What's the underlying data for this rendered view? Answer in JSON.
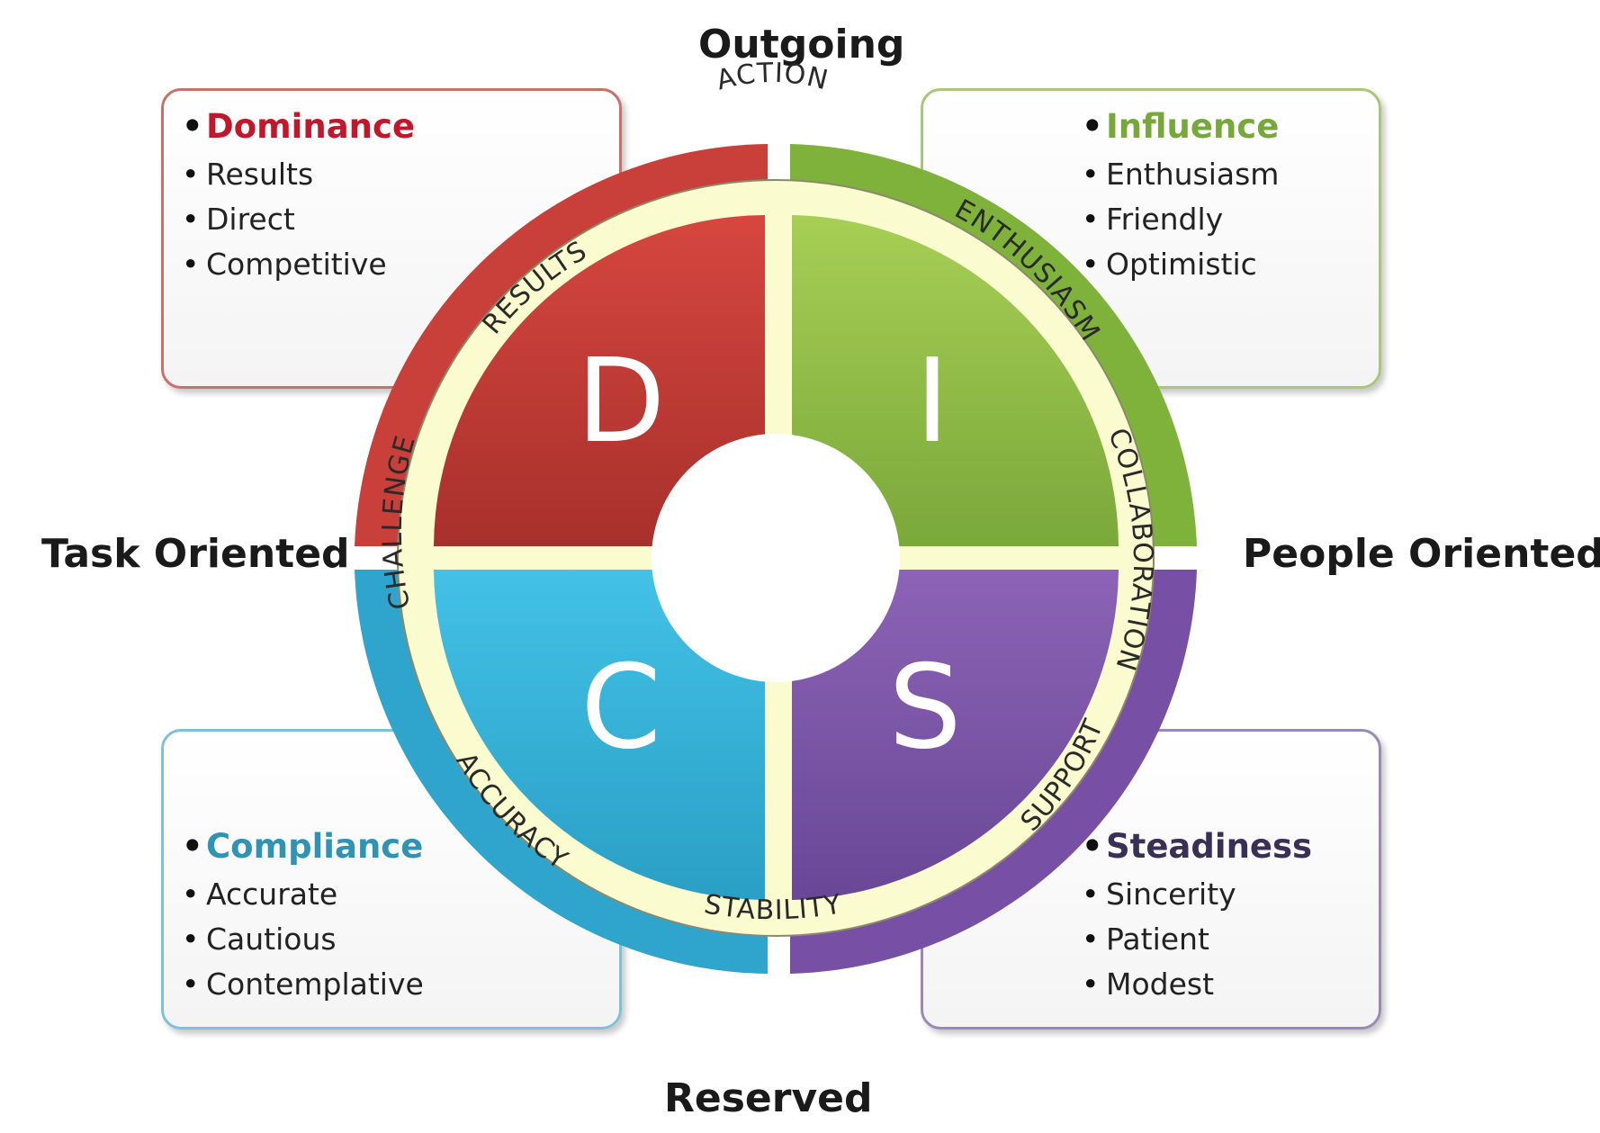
{
  "axes": {
    "top": "Outgoing",
    "bottom": "Reserved",
    "left": "Task Oriented",
    "right": "People Oriented"
  },
  "quadrants": [
    {
      "id": "dominance",
      "letter": "D",
      "heading": "Dominance",
      "traits": [
        "Results",
        "Direct",
        "Competitive"
      ],
      "color": "#c0392f"
    },
    {
      "id": "influence",
      "letter": "I",
      "heading": "Influence",
      "traits": [
        "Enthusiasm",
        "Friendly",
        "Optimistic"
      ],
      "color": "#77a83a"
    },
    {
      "id": "compliance",
      "letter": "C",
      "heading": "Compliance",
      "traits": [
        "Accurate",
        "Cautious",
        "Contemplative"
      ],
      "color": "#2f93b5"
    },
    {
      "id": "steadiness",
      "letter": "S",
      "heading": "Steadiness",
      "traits": [
        "Sincerity",
        "Patient",
        "Modest"
      ],
      "color": "#3a2f55"
    }
  ],
  "ring_words": [
    "ACTION",
    "ENTHUSIASM",
    "COLLABORATION",
    "SUPPORT",
    "STABILITY",
    "ACCURACY",
    "CHALLENGE",
    "RESULTS"
  ],
  "colors": {
    "dominance": "#c9403a",
    "influence": "#8cbf3f",
    "compliance": "#33b3da",
    "steadiness": "#7a56a8",
    "ring": "#fbfbd0"
  }
}
